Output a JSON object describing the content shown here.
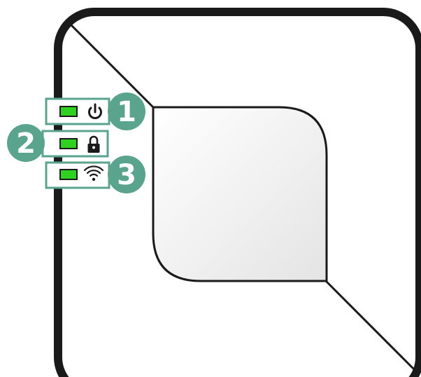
{
  "colors": {
    "device_outline": "#1a1a1a",
    "device_fill": "#ffffff",
    "panel_gradient_start": "#ffffff",
    "panel_gradient_end": "#e6e6e6",
    "callout_accent": "#5aa38c",
    "led_green": "#2fd11f",
    "led_frame": "#1a1a1a",
    "callout_label_text": "#ffffff"
  },
  "indicators": [
    {
      "number": "1",
      "icon": "power-icon",
      "led_state": "on"
    },
    {
      "number": "2",
      "icon": "lock-icon",
      "led_state": "on"
    },
    {
      "number": "3",
      "icon": "wifi-icon",
      "led_state": "on"
    }
  ]
}
